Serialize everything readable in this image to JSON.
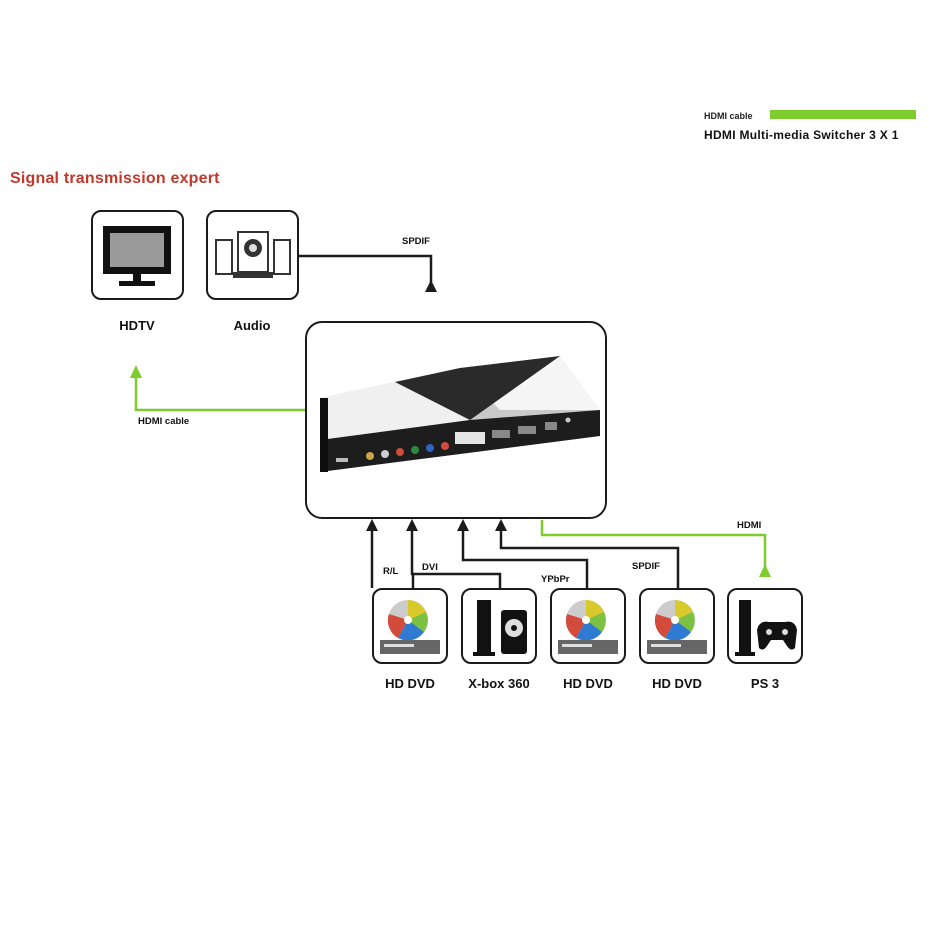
{
  "heading": "Signal transmission expert",
  "legend": {
    "label": "HDMI cable",
    "color": "#7dcb2c"
  },
  "title": "HDMI Multi-media Switcher 3 X 1",
  "outputs": [
    {
      "label": "HDTV",
      "icon": "tv-icon"
    },
    {
      "label": "Audio",
      "icon": "speaker-icon"
    }
  ],
  "inputs": [
    {
      "label": "HD DVD",
      "icon": "dvd-player-icon"
    },
    {
      "label": "X-box 360",
      "icon": "xbox-icon"
    },
    {
      "label": "HD DVD",
      "icon": "dvd-player-icon"
    },
    {
      "label": "HD DVD",
      "icon": "dvd-player-icon"
    },
    {
      "label": "PS 3",
      "icon": "gamepad-icon"
    }
  ],
  "wires": {
    "spdif_top": "SPDIF",
    "hdmi_left": "HDMI cable",
    "rl": "R/L",
    "dvi": "DVI",
    "ypbpr": "YPbPr",
    "spdif_bottom": "SPDIF",
    "hdmi_right": "HDMI"
  },
  "colors": {
    "hdmi": "#7dcb2c",
    "line": "#1b1b1b",
    "accent": "#c0392b"
  }
}
